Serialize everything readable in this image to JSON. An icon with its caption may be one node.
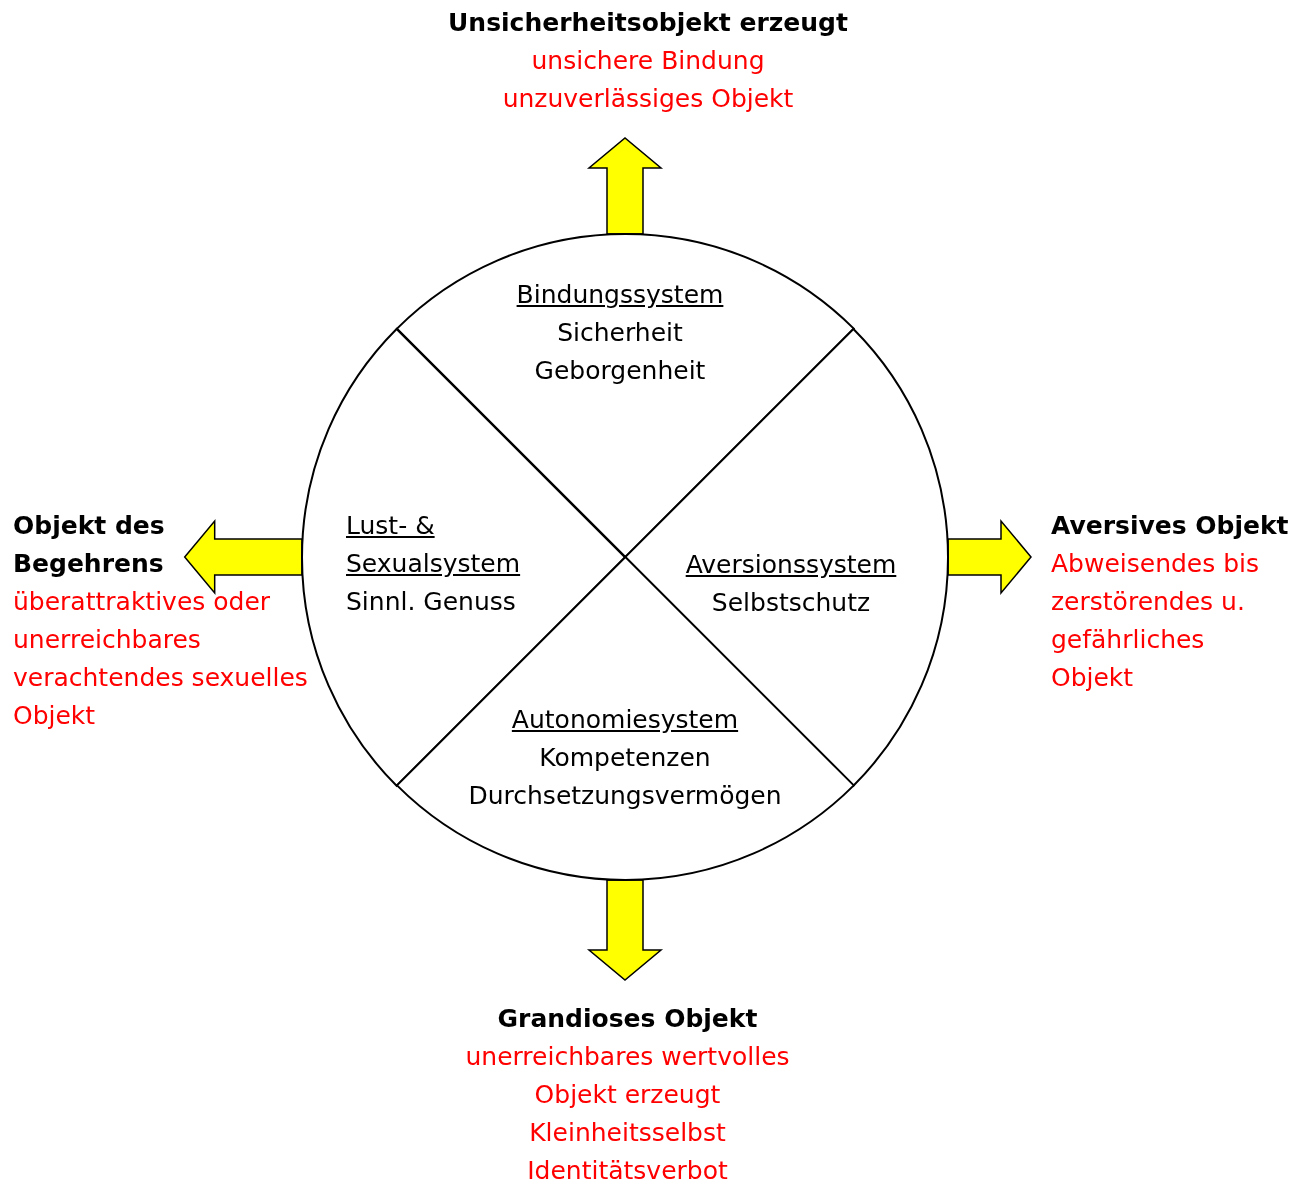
{
  "diagram": {
    "nodes": [
      {
        "text": [
          "Unsicherheitsobjekt erzeugt",
          "unsichere Bindung unzuverlässiges Objekt"
        ]
      },
      {
        "text": [
          "Bindungssystem",
          "Sicherheit Geborgenheit"
        ]
      },
      {
        "text": [
          "Objekt des Begehrens",
          "überattraktives oder unerreichbares verachtendes sexuelles Objekt"
        ]
      },
      {
        "text": [
          "Lust- & Sexualsystem",
          "Sinnl. Genuss"
        ]
      },
      {
        "text": [
          "Aversionssystem",
          "Selbstschutz"
        ]
      },
      {
        "text": [
          "Aversives Objekt",
          "Abweisendes bis zerstörendes u. gefährliches Objekt"
        ]
      },
      {
        "text": [
          "Autonomiesystem",
          "Kompetenzen Durchsetzungsvermögen"
        ]
      },
      {
        "text": [
          "Grandioses Objekt",
          "unerreichbares wertvolles Objekt erzeugt Kleinheitsselbst Identitätsverbot"
        ]
      }
    ],
    "edges": [
      {
        "from": 1,
        "to": 0,
        "arrow": "to"
      },
      {
        "from": 3,
        "to": 2,
        "arrow": "to"
      },
      {
        "from": 4,
        "to": 5,
        "arrow": "to"
      },
      {
        "from": 6,
        "to": 7,
        "arrow": "to"
      }
    ]
  }
}
